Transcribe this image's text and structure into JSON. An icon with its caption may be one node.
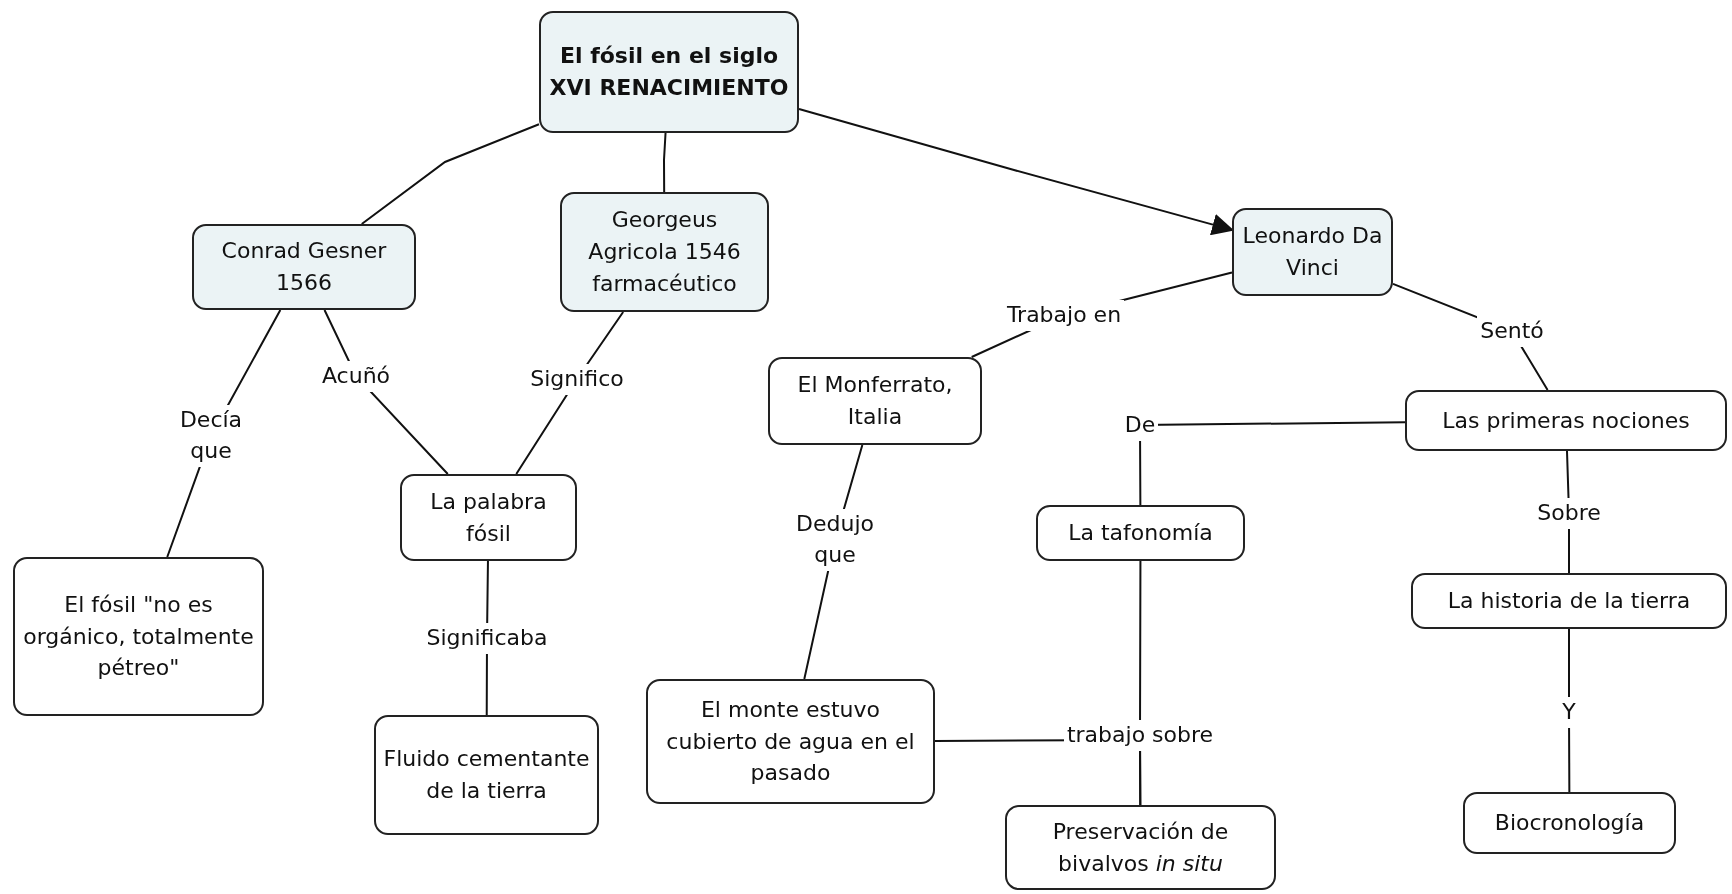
{
  "diagram": {
    "nodes": [
      {
        "text": [
          "El fósil en el siglo XVI RENACIMIENTO"
        ]
      },
      {
        "text": [
          "Conrad Gesner 1566"
        ]
      },
      {
        "text": [
          "Georgeus Agricola 1546 farmacéutico"
        ]
      },
      {
        "text": [
          "Leonardo Da Vinci"
        ]
      },
      {
        "text": [
          "El fósil \"no es orgánico, totalmente pétreo\""
        ]
      },
      {
        "text": [
          "La palabra fósil"
        ]
      },
      {
        "text": [
          "Fluido cementante de la tierra"
        ]
      },
      {
        "text": [
          "El Monferrato, Italia"
        ]
      },
      {
        "text": [
          "El monte estuvo cubierto de agua en el pasado"
        ]
      },
      {
        "text": [
          "Las primeras nociones"
        ]
      },
      {
        "text": [
          "La tafonomía"
        ]
      },
      {
        "text": [
          "La historia de la tierra"
        ]
      },
      {
        "text": [
          "Preservación de bivalvos *in situ*"
        ]
      },
      {
        "text": [
          "Biocronología"
        ]
      }
    ],
    "edges": [
      {
        "from": 0,
        "to": 1,
        "arrow": "none"
      },
      {
        "from": 0,
        "to": 2,
        "arrow": "none"
      },
      {
        "from": 0,
        "to": 3,
        "arrow": "to"
      },
      {
        "from": 1,
        "to": 4,
        "arrow": "none",
        "label": "Decía que"
      },
      {
        "from": 1,
        "to": 5,
        "arrow": "none",
        "label": "Acuñó"
      },
      {
        "from": 2,
        "to": 5,
        "arrow": "none",
        "label": "Significo"
      },
      {
        "from": 5,
        "to": 6,
        "arrow": "none",
        "label": "Significaba"
      },
      {
        "from": 3,
        "to": 7,
        "arrow": "none",
        "label": "Trabajo en"
      },
      {
        "from": 3,
        "to": 9,
        "arrow": "none",
        "label": "Sentó"
      },
      {
        "from": 7,
        "to": 8,
        "arrow": "none",
        "label": "Dedujo que"
      },
      {
        "from": 9,
        "to": 10,
        "arrow": "none",
        "label": "De"
      },
      {
        "from": 10,
        "to": 12,
        "arrow": "none",
        "label": "trabajo sobre"
      },
      {
        "from": 8,
        "to": 12,
        "arrow": "none"
      },
      {
        "from": 9,
        "to": 11,
        "arrow": "none",
        "label": "Sobre"
      },
      {
        "from": 11,
        "to": 13,
        "arrow": "none",
        "label": "Y"
      }
    ]
  }
}
